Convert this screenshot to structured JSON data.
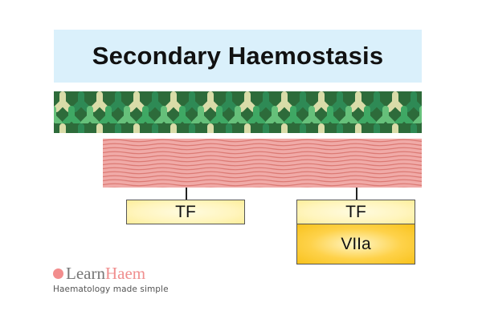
{
  "title": "Secondary Haemostasis",
  "layers": {
    "endothelium": {
      "label": "endothelium-layer",
      "colors": [
        "#2d6b3a",
        "#3fa864",
        "#2e8a55",
        "#d9dca8",
        "#66c07a"
      ]
    },
    "subendothelium": {
      "label": "subendothelium-layer",
      "colors": [
        "#eea3a0",
        "#dd7570"
      ]
    }
  },
  "factors": {
    "left": {
      "tf_label": "TF"
    },
    "right": {
      "tf_label": "TF",
      "bound_label": "VIIa"
    }
  },
  "branding": {
    "logo_part1": "Learn",
    "logo_part2": "Haem",
    "tagline": "Haematology made simple",
    "accent_color": "#f08f8f"
  }
}
